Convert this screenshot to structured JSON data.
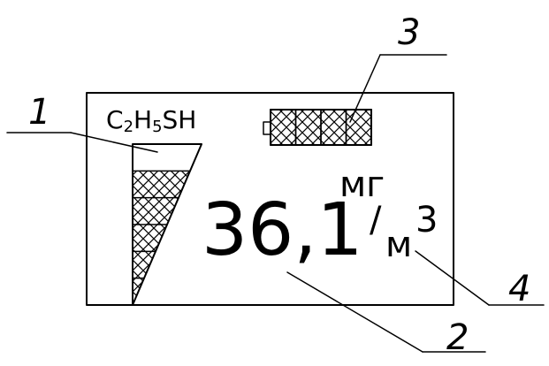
{
  "display": {
    "gas_formula": {
      "parts": [
        "C",
        "2",
        "H",
        "5",
        "SH"
      ]
    },
    "reading": {
      "value": "36,1",
      "unit_top": "мг",
      "unit_slash": "/",
      "unit_bottom": "м",
      "unit_exp": "3"
    },
    "level_indicator": {
      "filled_segments": 5,
      "total_segments": 6
    },
    "battery": {
      "filled_cells": 4,
      "total_cells": 4
    }
  },
  "callouts": [
    {
      "id": "1",
      "label": "1"
    },
    {
      "id": "2",
      "label": "2"
    },
    {
      "id": "3",
      "label": "3"
    },
    {
      "id": "4",
      "label": "4"
    }
  ],
  "colors": {
    "ink": "#000000",
    "paper": "#ffffff"
  }
}
